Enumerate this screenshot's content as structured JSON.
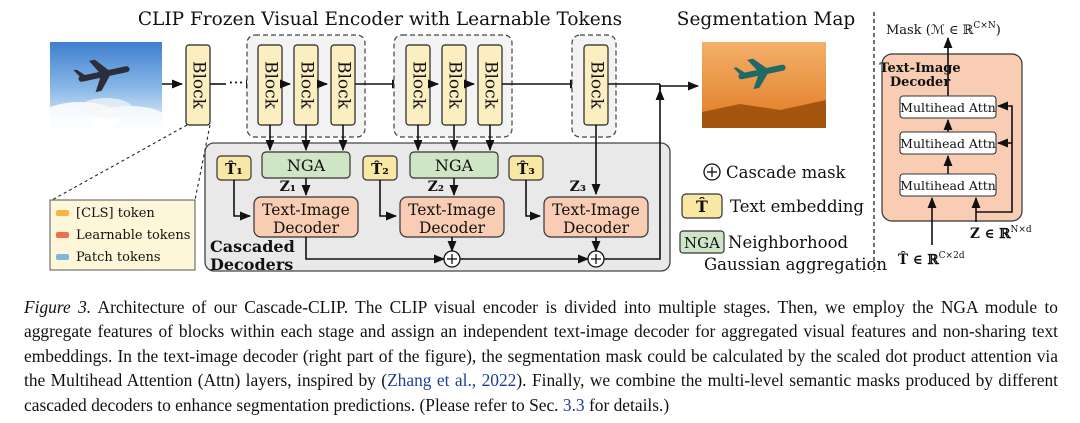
{
  "figure": {
    "encoder_title": "CLIP Frozen Visual Encoder with Learnable Tokens",
    "seg_map_title": "Segmentation Map",
    "block_label": "Block",
    "nga_label": "NGA",
    "dots": "···",
    "z_labels": [
      "Z₁",
      "Z₂",
      "Z₃"
    ],
    "t_labels": [
      "T̂₁",
      "T̂₂",
      "T̂₃"
    ],
    "decoder_label": [
      "Text-Image",
      "Decoder"
    ],
    "cascaded_label": [
      "Cascaded",
      "Decoders"
    ],
    "legend_tokens": [
      "[CLS] token",
      "Learnable tokens",
      "Patch tokens"
    ],
    "token_colors": {
      "cls": "#f6b444",
      "learnable": "#ee6e4f",
      "patch": "#7fb6da"
    },
    "right_legend": {
      "cascade_mask": "Cascade mask",
      "text_embedding_symbol": "T̂",
      "text_embedding": "Text embedding",
      "nga_symbol": "NGA",
      "nga_line1": "Neighborhood",
      "nga_line2": "Gaussian aggregation"
    },
    "detail": {
      "mask_label": "Mask (ℳ ∈ ℝ",
      "mask_sup": "C×N",
      "mask_close": ")",
      "decoder_title": [
        "Text-Image",
        "Decoder"
      ],
      "attn_label": "Multihead Attn",
      "z_input": "Z ∈ ℝ",
      "z_sup": "N×d",
      "t_input": "T̂ ∈ ℝ",
      "t_sup": "C×2d"
    }
  },
  "caption": {
    "figure_label": "Figure 3.",
    "text_part1": " Architecture of our Cascade-CLIP. The CLIP visual encoder is divided into multiple stages. Then, we employ the NGA module to aggregate features of blocks within each stage and assign an independent text-image decoder for aggregated visual features and non-sharing text embeddings. In the text-image decoder (right part of the figure), the segmentation mask could be calculated by the scaled dot product attention via the Multihead Attention (Attn) layers, inspired by (",
    "ref_zhang": "Zhang et al., 2022",
    "text_part2": "). Finally, we combine the multi-level semantic masks produced by different cascaded decoders to enhance segmentation predictions. (Please refer to Sec. ",
    "ref_sec": "3.3",
    "text_part3": " for details.)"
  }
}
